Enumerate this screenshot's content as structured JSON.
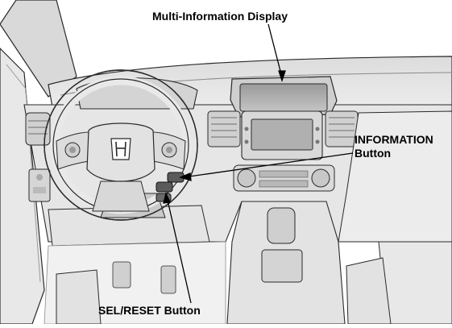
{
  "labels": {
    "multi_info_display": "Multi-Information Display",
    "information_button_line1": "INFORMATION",
    "information_button_line2": "Button",
    "sel_reset_button": "SEL/RESET Button"
  },
  "emblem": {
    "logo": "honda-h-logo"
  },
  "colors": {
    "background": "#ffffff",
    "line": "#2a2a2a",
    "shade_light": "#e6e6e6",
    "shade_mid": "#cfcfcf",
    "shade_dark": "#8a8a8a"
  }
}
